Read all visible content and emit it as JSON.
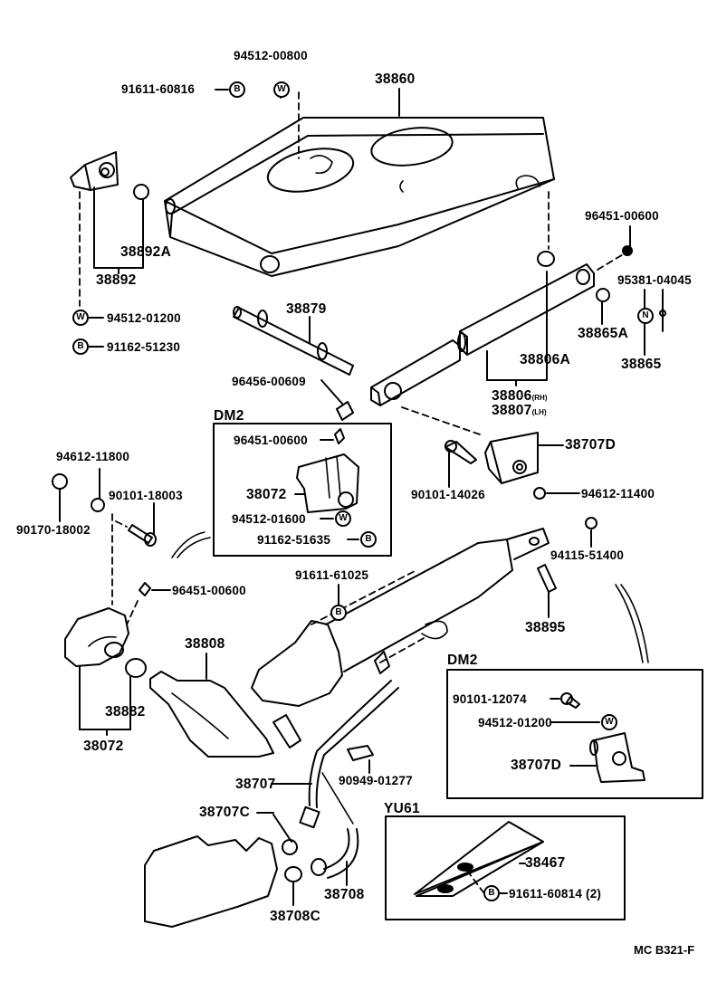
{
  "diagram": {
    "code": "MC B321-F",
    "symbols": {
      "bolt": "B",
      "washer": "W",
      "nut": "N"
    },
    "groups": {
      "dm2_upper": {
        "title": "DM2"
      },
      "dm2_lower": {
        "title": "DM2"
      },
      "yu61": {
        "title": "YU61"
      }
    },
    "parts": {
      "p94512_00800": "94512-00800",
      "p91611_60816": "91611-60816",
      "p38860": "38860",
      "p38892A": "38892A",
      "p38892": "38892",
      "p94512_01200": "94512-01200",
      "p91162_51230": "91162-51230",
      "p96451_00600_a": "96451-00600",
      "p95381_04045": "95381-04045",
      "p38865A": "38865A",
      "p38865": "38865",
      "p38879": "38879",
      "p38806A": "38806A",
      "p96456_00609": "96456-00609",
      "p38806": "38806",
      "p38806_side": "(RH)",
      "p38807": "38807",
      "p38807_side": "(LH)",
      "p96451_00600_b": "96451-00600",
      "p38072_a": "38072",
      "p94512_01600": "94512-01600",
      "p91162_51635": "91162-51635",
      "p38707D_a": "38707D",
      "p90101_14026": "90101-14026",
      "p94612_11400": "94612-11400",
      "p94612_11800": "94612-11800",
      "p90101_18003": "90101-18003",
      "p90170_18002": "90170-18002",
      "p96451_00600_c": "96451-00600",
      "p91611_61025": "91611-61025",
      "p94115_51400": "94115-51400",
      "p38895": "38895",
      "p38808": "38808",
      "p38882": "38882",
      "p38072_b": "38072",
      "p90101_12074": "90101-12074",
      "p94512_01200_b": "94512-01200",
      "p38707D_b": "38707D",
      "p38707": "38707",
      "p90949_01277": "90949-01277",
      "p38707C": "38707C",
      "p38708": "38708",
      "p38708C": "38708C",
      "p38467": "38467",
      "p91611_60814": "91611-60814",
      "p91611_60814_qty": "(2)"
    }
  }
}
